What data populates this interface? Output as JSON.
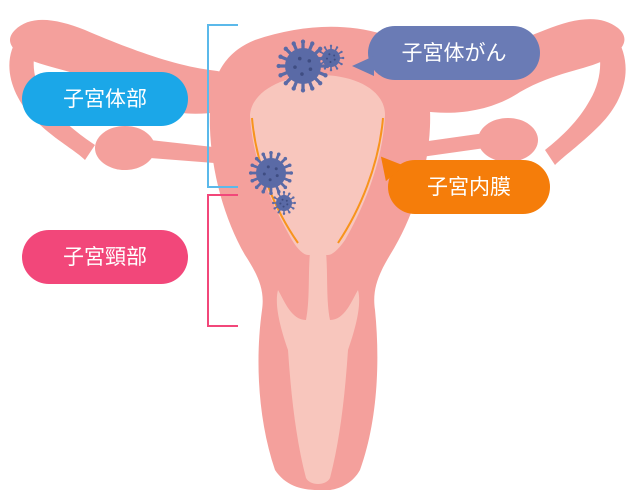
{
  "labels": {
    "corpus": "子宮体部",
    "cervix": "子宮頸部",
    "cancer": "子宮体がん",
    "endometrium": "子宮内膜"
  },
  "colors": {
    "uterus_outer": "#f4a09c",
    "uterus_inner": "#f8c6bd",
    "endometrium_line": "#f7941d",
    "tumor": "#5a6aa6",
    "tag_corpus": "#1ba7e8",
    "tag_cervix": "#f2477a",
    "tag_cancer": "#6a7bb5",
    "tag_endometrium": "#f57d0a"
  },
  "icons": [
    "cancer-cell-icon"
  ]
}
